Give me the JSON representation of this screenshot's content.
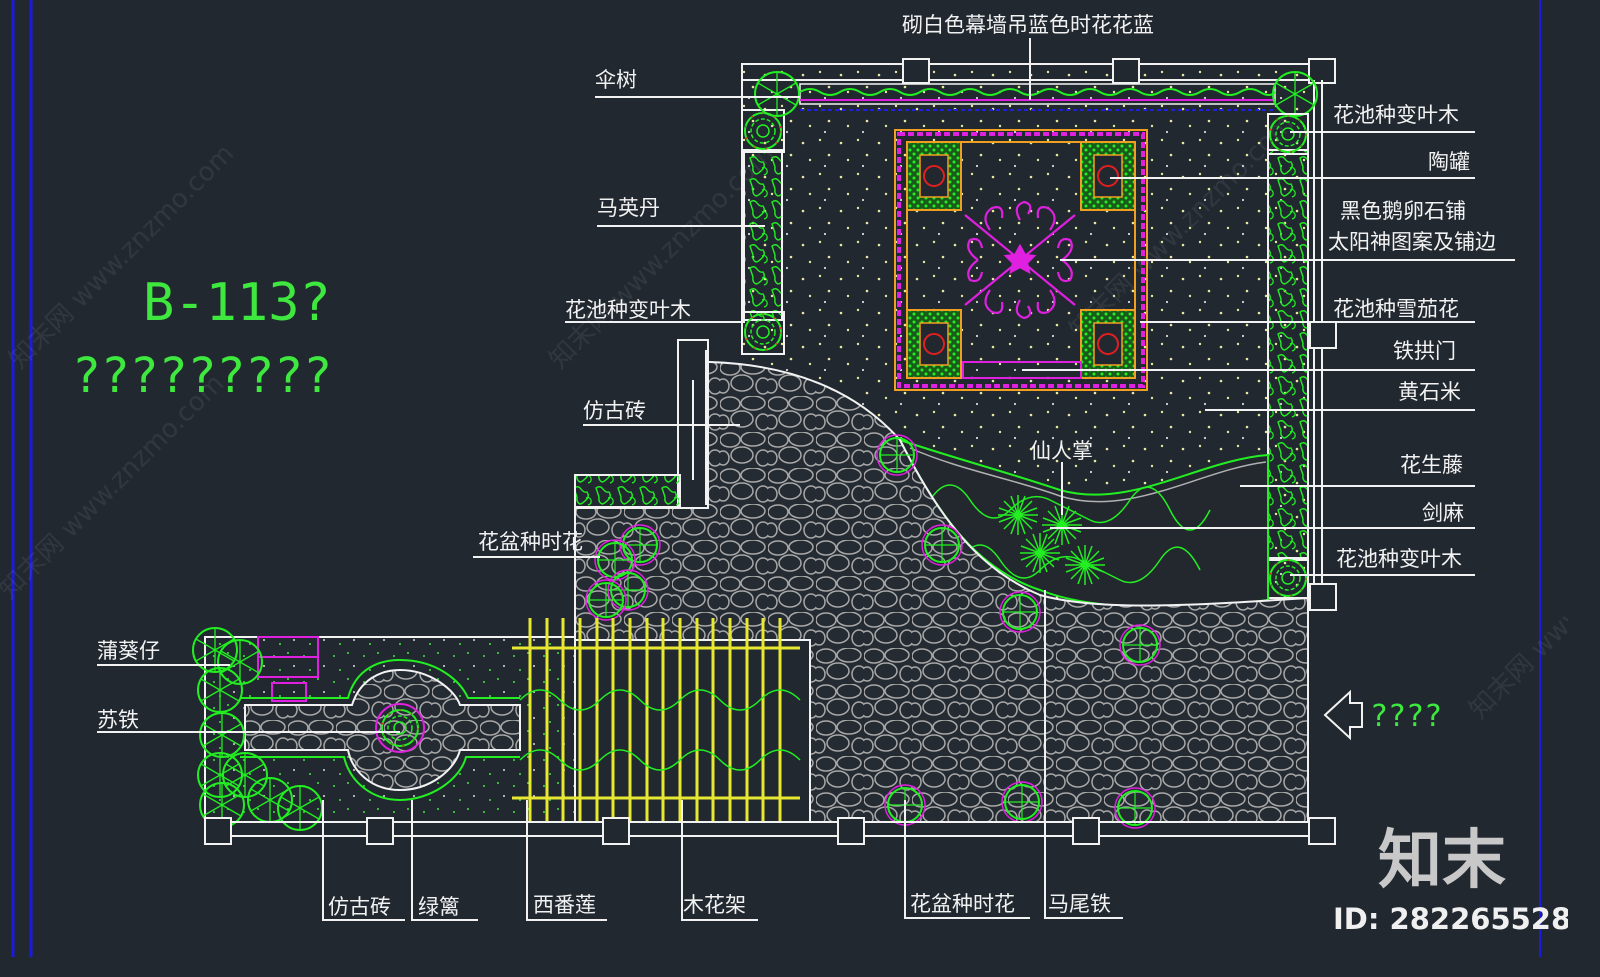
{
  "drawing": {
    "title_code": "B-113?",
    "title_subtitle": "?????????",
    "entrance_label": "????",
    "colors": {
      "background": "#212830",
      "frame_blue": "#1a1ae0",
      "linework": "#f2f2f2",
      "planting": "#22ee22",
      "accent_magenta": "#e020e0",
      "trellis_yellow": "#e8e830",
      "paving_gray": "#a8a8a8",
      "orange": "#f0a020",
      "red": "#e02020"
    }
  },
  "labels": {
    "top": "砌白色幕墙吊蓝色时花花蓝",
    "left": [
      {
        "text": "伞树"
      },
      {
        "text": "马英丹"
      },
      {
        "text": "花池种变叶木"
      },
      {
        "text": "仿古砖"
      },
      {
        "text": "花盆种时花"
      },
      {
        "text": "蒲葵仔"
      },
      {
        "text": "苏铁"
      }
    ],
    "right": [
      {
        "text": "花池种变叶木"
      },
      {
        "text": "陶罐"
      },
      {
        "text": "黑色鹅卵石铺"
      },
      {
        "text": "太阳神图案及铺边"
      },
      {
        "text": "花池种雪茄花"
      },
      {
        "text": "铁拱门"
      },
      {
        "text": "黄石米"
      },
      {
        "text": "花生藤"
      },
      {
        "text": "剑麻"
      },
      {
        "text": "花池种变叶木"
      }
    ],
    "center": "仙人掌",
    "bottom": [
      {
        "text": "仿古砖"
      },
      {
        "text": "绿篱"
      },
      {
        "text": "西番莲"
      },
      {
        "text": "木花架"
      },
      {
        "text": "花盆种时花"
      },
      {
        "text": "马尾铁"
      }
    ]
  },
  "watermark": {
    "site": "知末网 www.znzmo.com",
    "brand": "知末",
    "id_text": "ID: 282265528"
  }
}
